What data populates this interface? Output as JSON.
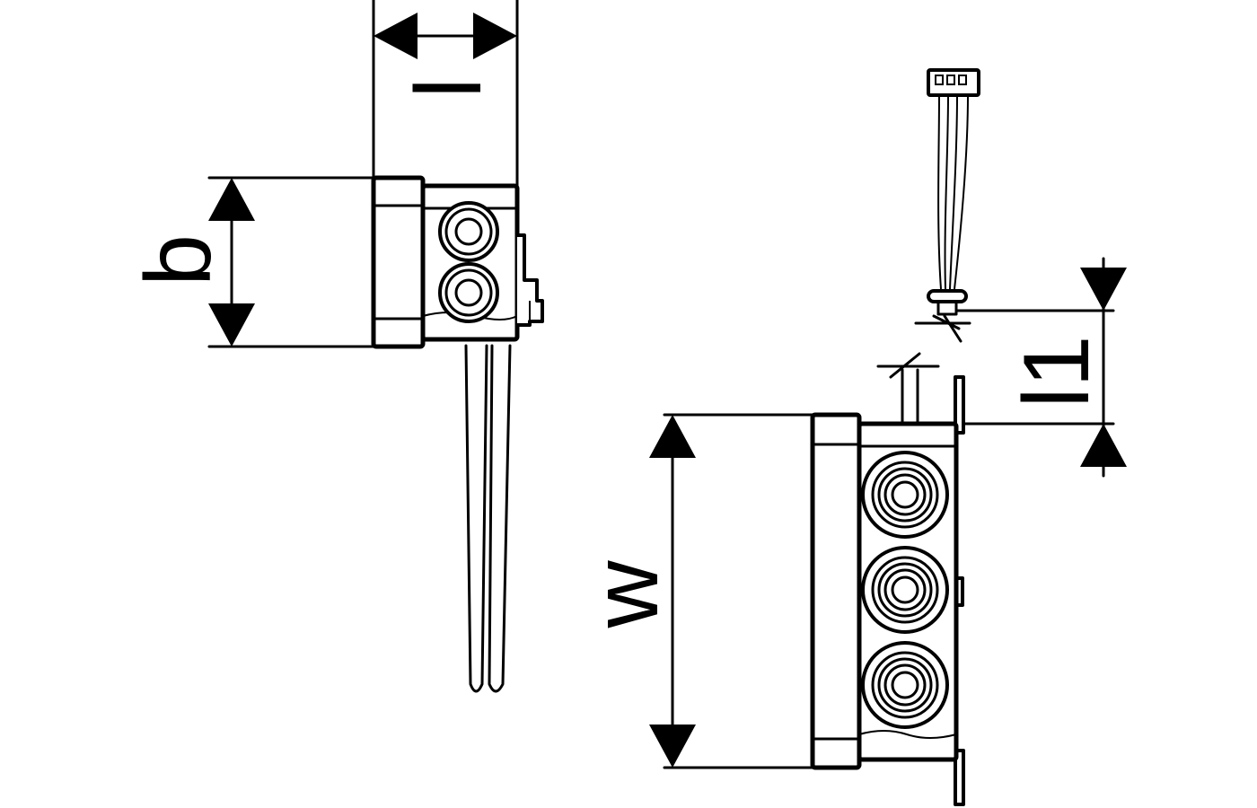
{
  "dimensions": {
    "l": "l",
    "b": "b",
    "w": "w",
    "l1": "l1"
  }
}
